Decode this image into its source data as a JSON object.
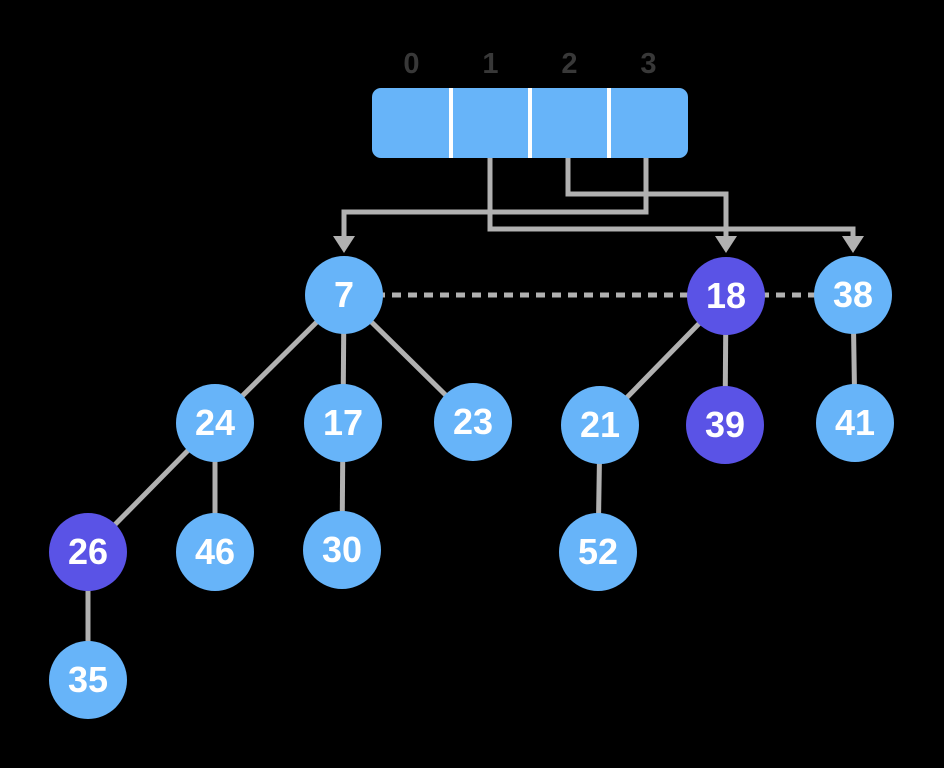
{
  "diagram": {
    "type": "fibonacci-heap-with-degree-array",
    "array_indices": [
      "0",
      "1",
      "2",
      "3"
    ],
    "array_pointers": [
      {
        "index": "1",
        "points_to": "38"
      },
      {
        "index": "2",
        "points_to": "18"
      },
      {
        "index": "3",
        "points_to": "7"
      }
    ],
    "root_list": [
      "7",
      "18",
      "38"
    ],
    "root_links_dashed": [
      [
        "7",
        "18"
      ],
      [
        "18",
        "38"
      ]
    ],
    "tree_edges": [
      [
        "7",
        "24"
      ],
      [
        "7",
        "17"
      ],
      [
        "7",
        "23"
      ],
      [
        "18",
        "21"
      ],
      [
        "18",
        "39"
      ],
      [
        "38",
        "41"
      ],
      [
        "24",
        "26"
      ],
      [
        "24",
        "46"
      ],
      [
        "17",
        "30"
      ],
      [
        "21",
        "52"
      ],
      [
        "26",
        "35"
      ]
    ],
    "highlighted_nodes": [
      "18",
      "39",
      "26"
    ]
  },
  "array": {
    "indices": [
      "0",
      "1",
      "2",
      "3"
    ]
  },
  "nodes": [
    {
      "value": "7",
      "variant": "blue"
    },
    {
      "value": "18",
      "variant": "purple"
    },
    {
      "value": "38",
      "variant": "blue"
    },
    {
      "value": "24",
      "variant": "blue"
    },
    {
      "value": "17",
      "variant": "blue"
    },
    {
      "value": "23",
      "variant": "blue"
    },
    {
      "value": "21",
      "variant": "blue"
    },
    {
      "value": "39",
      "variant": "purple"
    },
    {
      "value": "41",
      "variant": "blue"
    },
    {
      "value": "26",
      "variant": "purple"
    },
    {
      "value": "46",
      "variant": "blue"
    },
    {
      "value": "30",
      "variant": "blue"
    },
    {
      "value": "52",
      "variant": "blue"
    },
    {
      "value": "35",
      "variant": "blue"
    }
  ],
  "colors": {
    "canvas_bg": "#000000",
    "node_blue": "#67b4f9",
    "node_purple": "#5a53e6",
    "line_gray": "#b1b1b1",
    "index_label": "#383838",
    "node_text": "#ffffff",
    "array_divider": "#ffffff"
  }
}
